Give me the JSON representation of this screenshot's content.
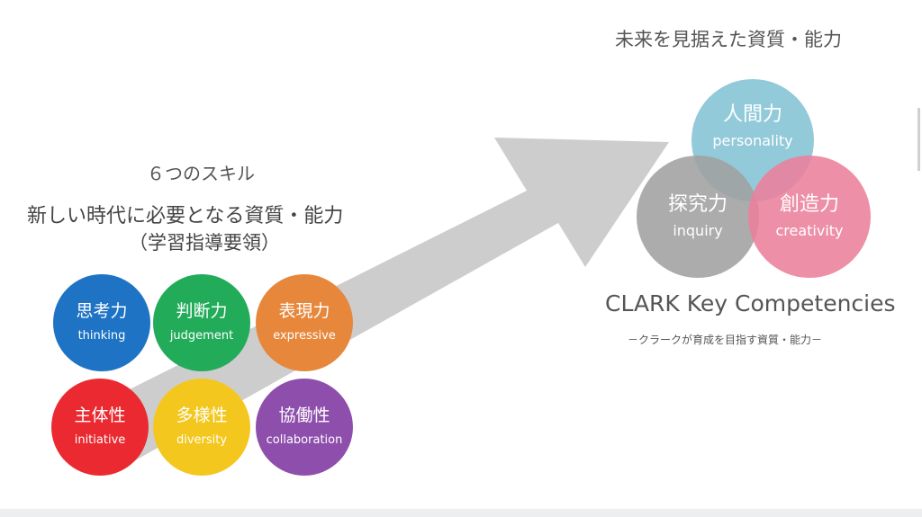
{
  "future": {
    "title": "未来を見据えた資質・能力"
  },
  "skills_block": {
    "title": "６つのスキル",
    "line1": "新しい時代に必要となる資質・能力",
    "line2": "（学習指導要領）"
  },
  "skills": [
    {
      "jp": "思考力",
      "en": "thinking",
      "color": "#1e73c4"
    },
    {
      "jp": "判断力",
      "en": "judgement",
      "color": "#22ac5a"
    },
    {
      "jp": "表現力",
      "en": "expressive",
      "color": "#e7873c"
    },
    {
      "jp": "主体性",
      "en": "initiative",
      "color": "#ea2a30"
    },
    {
      "jp": "多様性",
      "en": "diversity",
      "color": "#f3c71d"
    },
    {
      "jp": "協働性",
      "en": "collaboration",
      "color": "#8e4fac"
    }
  ],
  "competencies": [
    {
      "jp": "人間力",
      "en": "personality",
      "color": "#8ac6d6"
    },
    {
      "jp": "探究力",
      "en": "inquiry",
      "color": "#a9a9a9"
    },
    {
      "jp": "創造力",
      "en": "creativity",
      "color": "#ec7f9c"
    }
  ],
  "clark": {
    "title": "CLARK Key Competencies",
    "subtitle": "－クラークが育成を目指す資質・能力－"
  },
  "colors": {
    "arrow": "#cdcdcd",
    "text": "#444444"
  }
}
